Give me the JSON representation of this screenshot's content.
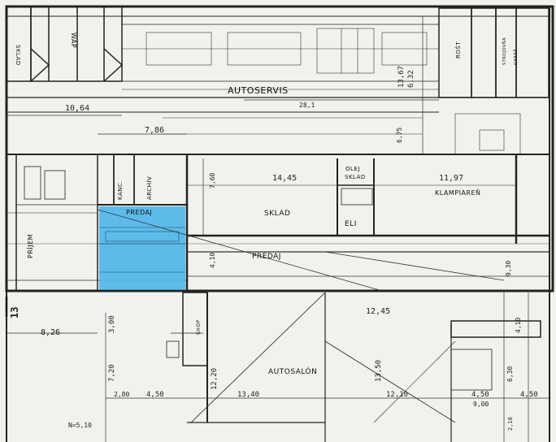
{
  "rooms": {
    "autoservis": "AUTOSERVIS",
    "sklad_main": "SKLAD",
    "predaj_main": "PREDAJ",
    "predaj_small": "PREDAJ",
    "klampiaren": "KLAMPIAREŇ",
    "olej_sklad_1": "OLEJ",
    "olej_sklad_2": "SKLAD",
    "eli": "ELI",
    "kanc": "KANC.",
    "archiv": "ARCHÍV",
    "prijem": "PRÍJEM",
    "shop": "SHOP",
    "autosalon": "AUTOSALÓN",
    "sklad_top": "SKLAD",
    "wap": "WAP",
    "rost": "ROŠT",
    "stroj": "STROJOVŇA",
    "garaz": "GARÁŽ"
  },
  "dims": {
    "d1064": "10,64",
    "d786": "7,86",
    "d1445": "14,45",
    "d1197": "11,97",
    "d1367": "13,67",
    "d632": "6,32",
    "d675": "6,75",
    "d760": "7,60",
    "d410": "4,10",
    "d930": "9,30",
    "d1245": "12,45",
    "d826": "8,26",
    "d300": "3,00",
    "d720": "7,20",
    "d1220": "12,20",
    "d1340": "13,40",
    "d1350": "13,50",
    "d1210": "12,10",
    "d280": "2,80",
    "d450a": "4,50",
    "d450b": "4,50",
    "d450c": "4,50",
    "d900": "9,00",
    "d630": "6,30",
    "d410b": "4,10",
    "d210": "2,10",
    "d281": "28,1"
  },
  "marks": {
    "section": "13",
    "note": "N=5,10"
  },
  "colors": {
    "paper": "#f1f1ee",
    "ink": "#222222",
    "highlight": "#4fb6e8"
  }
}
